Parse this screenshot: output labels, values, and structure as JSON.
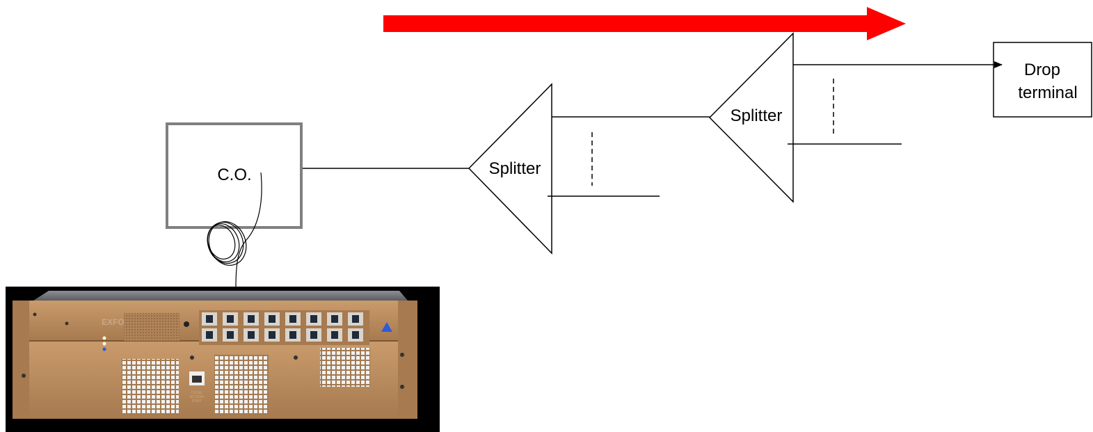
{
  "nodes": {
    "central_office": "C.O.",
    "splitter_1": "Splitter",
    "splitter_2": "Splitter",
    "drop_terminal_line1": "Drop",
    "drop_terminal_line2": "terminal"
  },
  "equipment": {
    "brand": "EXFO",
    "port_label_line1": "LOCAL",
    "port_label_line2": "ACCESS",
    "port_label_line3": "PORT"
  },
  "colors": {
    "direction_arrow": "#ff0000",
    "co_box_border": "#808080",
    "equipment_body": "#b88b5e",
    "equipment_background": "#000000"
  }
}
